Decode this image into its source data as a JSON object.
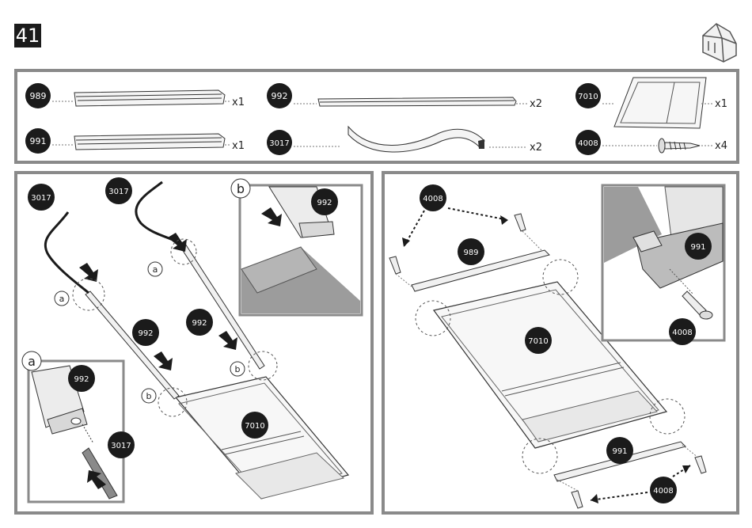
{
  "step": "41",
  "colors": {
    "frame": "#8a8a8a",
    "badge": "#1b1b1b",
    "panel_gray": "#9c9c9c",
    "arrow": "#1b1b1b"
  },
  "parts": [
    {
      "id": "989",
      "qty": "x1"
    },
    {
      "id": "991",
      "qty": "x1"
    },
    {
      "id": "992",
      "qty": "x2"
    },
    {
      "id": "3017",
      "qty": "x2"
    },
    {
      "id": "7010",
      "qty": "x1"
    },
    {
      "id": "4008",
      "qty": "x4"
    }
  ],
  "left_panel": {
    "labels": [
      "3017",
      "3017",
      "992",
      "992",
      "7010"
    ],
    "letters": [
      "a",
      "a",
      "b",
      "b"
    ],
    "detail_b": {
      "letter": "b",
      "label": "992"
    },
    "detail_a": {
      "letter": "a",
      "label_top": "992",
      "label_bottom": "3017"
    }
  },
  "right_panel": {
    "labels": [
      "4008",
      "989",
      "7010",
      "991",
      "4008"
    ],
    "detail": {
      "label_top": "991",
      "label_bottom": "4008"
    }
  },
  "icons": [
    "greenhouse-icon",
    "screw-icon",
    "arrow-icon"
  ]
}
